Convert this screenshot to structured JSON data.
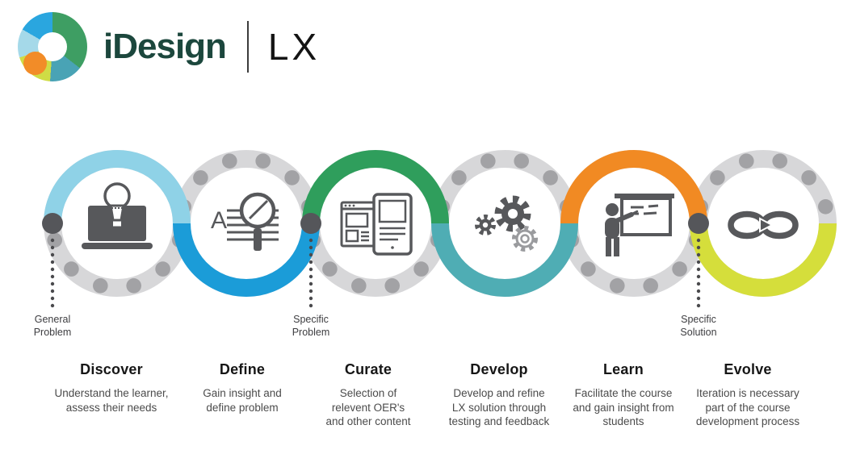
{
  "brand": {
    "name": "iDesign",
    "product": "LX",
    "logo_icon": "idesign-donut-logo",
    "name_color": "#1c473d",
    "logo_colors": {
      "green": "#3e9e63",
      "teal": "#49a3b5",
      "lime": "#cfdc45",
      "light_blue": "#a5d9e9",
      "blue": "#2aa6df",
      "orange": "#f28c28"
    }
  },
  "diagram": {
    "ring_color": "#d7d7d9",
    "ring_dot_color": "#a2a2a5",
    "junction_dot_color": "#55565a",
    "leader_dot_color": "#4a4a4d",
    "icon_color": "#57585b",
    "stages": [
      {
        "name": "discover",
        "title": "Discover",
        "description": "Understand the learner,\nassess their needs",
        "arc_color": "#8fd2e7",
        "arc_position": "top",
        "icon": "laptop-lightbulb-icon"
      },
      {
        "name": "define",
        "title": "Define",
        "description": "Gain insight and\ndefine problem",
        "arc_color": "#1b9cd8",
        "arc_position": "bottom",
        "icon": "research-magnifier-icon"
      },
      {
        "name": "curate",
        "title": "Curate",
        "description": "Selection of\nrelevent OER's\nand other content",
        "arc_color": "#2f9e5c",
        "arc_position": "top",
        "icon": "content-devices-icon"
      },
      {
        "name": "develop",
        "title": "Develop",
        "description": "Develop and refine\nLX solution through\ntesting and feedback",
        "arc_color": "#4fadb4",
        "arc_position": "bottom",
        "icon": "gears-icon"
      },
      {
        "name": "learn",
        "title": "Learn",
        "description": "Facilitate the course\nand gain insight from\nstudents",
        "arc_color": "#f18a23",
        "arc_position": "top",
        "icon": "presenter-board-icon"
      },
      {
        "name": "evolve",
        "title": "Evolve",
        "description": "Iteration is necessary\npart of the course\ndevelopment process",
        "arc_color": "#d5de3b",
        "arc_position": "bottom",
        "icon": "infinity-loop-icon"
      }
    ],
    "markers": [
      {
        "lines": [
          "General",
          "Problem"
        ],
        "stage": 0,
        "side": "start"
      },
      {
        "lines": [
          "Specific",
          "Problem"
        ],
        "stage": 1,
        "side": "end"
      },
      {
        "lines": [
          "Specific",
          "Solution"
        ],
        "stage": 4,
        "side": "end"
      }
    ]
  }
}
